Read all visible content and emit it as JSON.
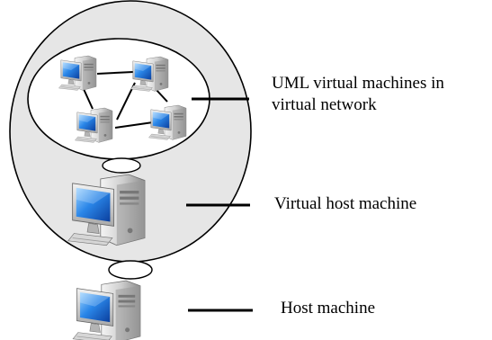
{
  "labels": {
    "uml_line1": "UML virtual machines in",
    "uml_line2": "virtual network",
    "virtual_host": "Virtual host machine",
    "host": "Host machine"
  },
  "icons": {
    "computer": "desktop-computer-icon"
  },
  "colors": {
    "outer_bubble_fill": "#e6e6e6",
    "inner_bubble_fill": "#ffffff",
    "outline": "#000000",
    "screen_blue": "#1d6fd6",
    "tower_gray": "#c9c9c9"
  }
}
